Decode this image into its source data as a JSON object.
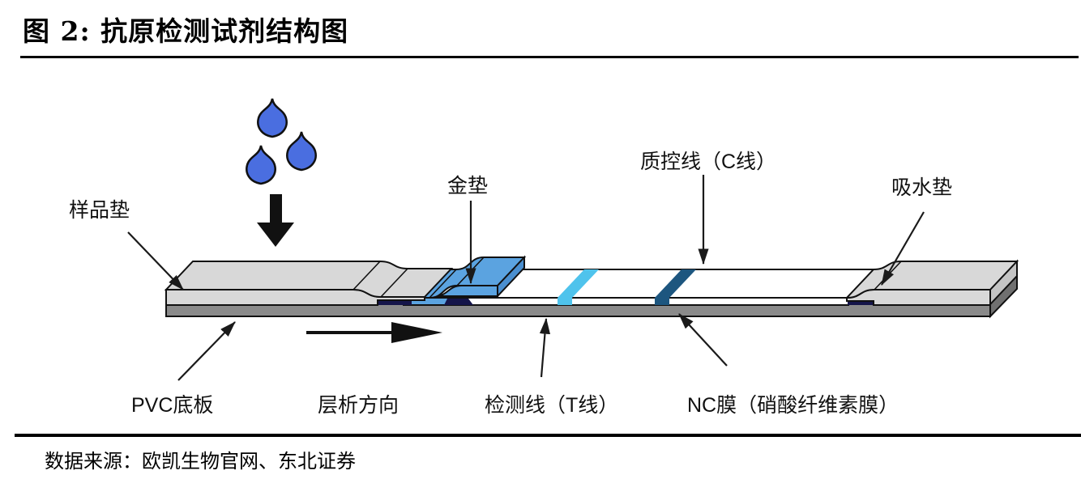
{
  "figure": {
    "title": "图 2: 抗原检测试剂结构图",
    "source": "数据来源：欧凯生物官网、东北证券"
  },
  "diagram": {
    "type": "lateral-flow-test-strip-structure",
    "labels": {
      "sample_pad": "样品垫",
      "gold_pad": "金垫",
      "control_line": "质控线（C线）",
      "absorbent_pad": "吸水垫",
      "pvc_backing": "PVC底板",
      "flow_direction": "层析方向",
      "test_line": "检测线（T线）",
      "nc_membrane": "NC膜（硝酸纤维素膜）"
    },
    "colors": {
      "pad_gray": "#d8d8d8",
      "pad_gray_side": "#c4c4c4",
      "base_gray": "#8a8a8a",
      "base_gray_side": "#707070",
      "membrane_white": "#ffffff",
      "gold_pad_blue": "#5ba3e0",
      "gold_pad_blue_side": "#4a8fd0",
      "test_line_blue": "#4fc3ec",
      "control_line_blue": "#1d567f",
      "droplet_blue": "#4a6ee0",
      "shadow_navy": "#15154a",
      "ink_black": "#1a1a1a"
    }
  }
}
